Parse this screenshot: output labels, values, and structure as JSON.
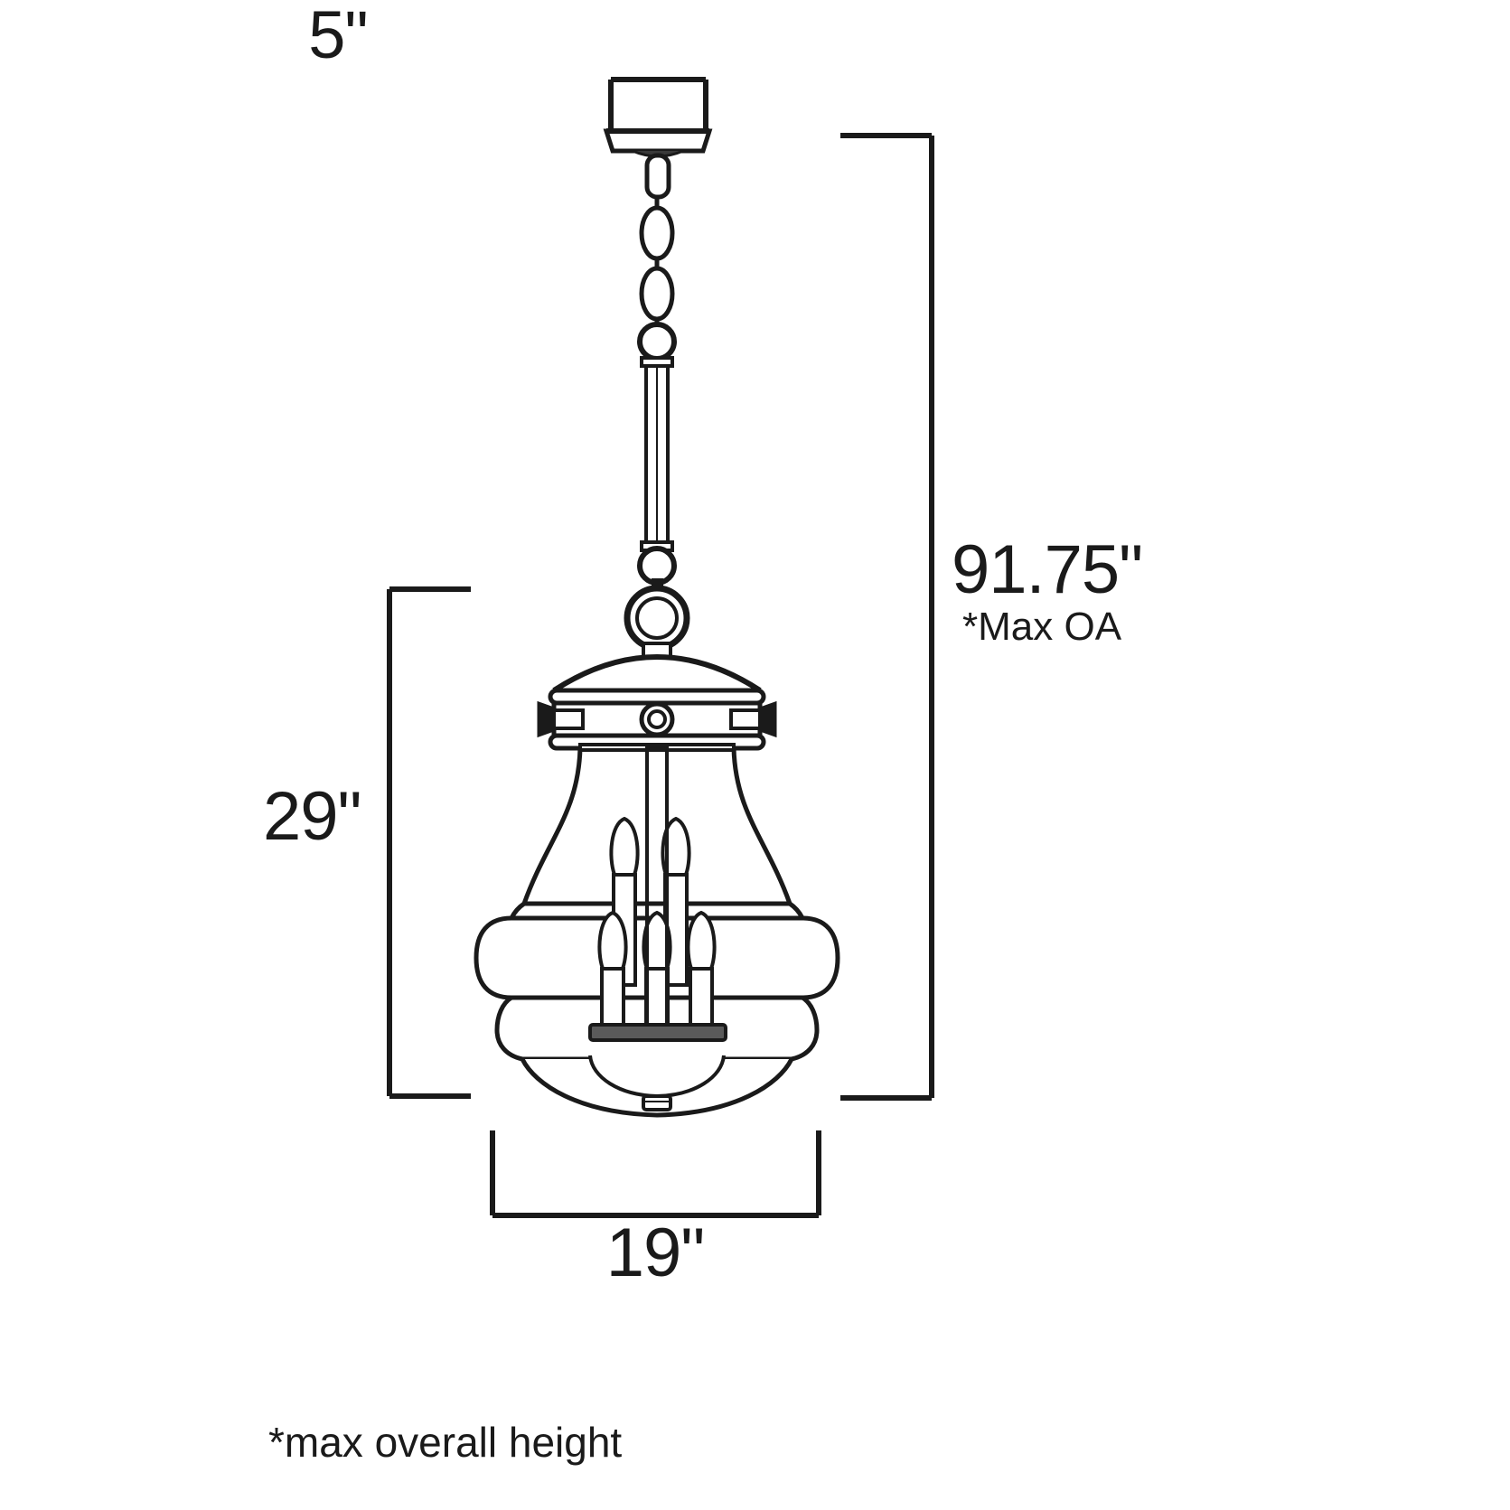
{
  "drawing": {
    "title": "Pendant Light Fixture Dimension Drawing",
    "product_type": "5-light urn pendant chandelier",
    "background_color": "#ffffff",
    "line_color": "#1a1a1a",
    "text_color": "#1a1a1a",
    "units": "inches"
  },
  "dimensions": {
    "top_width": {
      "value": "5\"",
      "numeric": 5,
      "describes": "canopy diameter",
      "position": "top-center",
      "bracket": "downward-open"
    },
    "overall_height": {
      "value": "91.75\"",
      "numeric": 91.75,
      "note": "*Max OA",
      "describes": "maximum overall height including chain",
      "position": "right",
      "bracket": "left-open"
    },
    "body_height": {
      "value": "29\"",
      "numeric": 29,
      "describes": "fixture body height",
      "position": "left",
      "bracket": "right-open"
    },
    "bottom_width": {
      "value": "19\"",
      "numeric": 19,
      "describes": "widest fixture diameter",
      "position": "bottom-center",
      "bracket": "upward-open"
    }
  },
  "footnote": {
    "text": "*max overall height"
  },
  "fixture_parts": {
    "canopy": "ceiling-canopy",
    "chain": "suspension-chain",
    "chain_links": 4,
    "rod": "downrod",
    "rings": "connector-rings",
    "cap": "domed-cap",
    "collar": "collar-band-with-thumbscrews",
    "thumbscrews": 2,
    "center_bolt": "hex-bolt",
    "shade": "urn-glass-shade",
    "tiers": "stepped-tier-bands",
    "finial": "bottom-finial",
    "bulbs": "candelabra-bulbs",
    "bulb_count": 5,
    "bulbs_upper": 2,
    "bulbs_lower": 3
  }
}
